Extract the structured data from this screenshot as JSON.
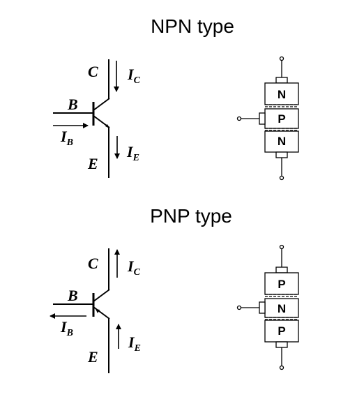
{
  "npn": {
    "title": "NPN type",
    "symbol": {
      "C": "C",
      "B": "B",
      "E": "E",
      "IC": "I",
      "IC_sub": "C",
      "IB": "I",
      "IB_sub": "B",
      "IE": "I",
      "IE_sub": "E"
    },
    "layers": [
      "N",
      "P",
      "N"
    ]
  },
  "pnp": {
    "title": "PNP type",
    "symbol": {
      "C": "C",
      "B": "B",
      "E": "E",
      "IC": "I",
      "IC_sub": "C",
      "IB": "I",
      "IB_sub": "B",
      "IE": "I",
      "IE_sub": "E"
    },
    "layers": [
      "P",
      "N",
      "P"
    ]
  }
}
